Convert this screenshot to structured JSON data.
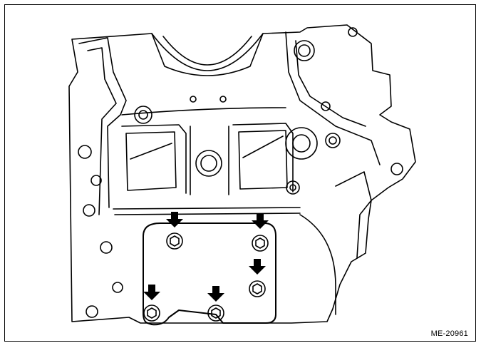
{
  "figure": {
    "reference_code": "ME-20961",
    "subject": "cylinder-block-oil-separator-cover",
    "bolt_count": 5,
    "arrow_color": "#000000",
    "line_color": "#000000",
    "background_color": "#ffffff"
  }
}
